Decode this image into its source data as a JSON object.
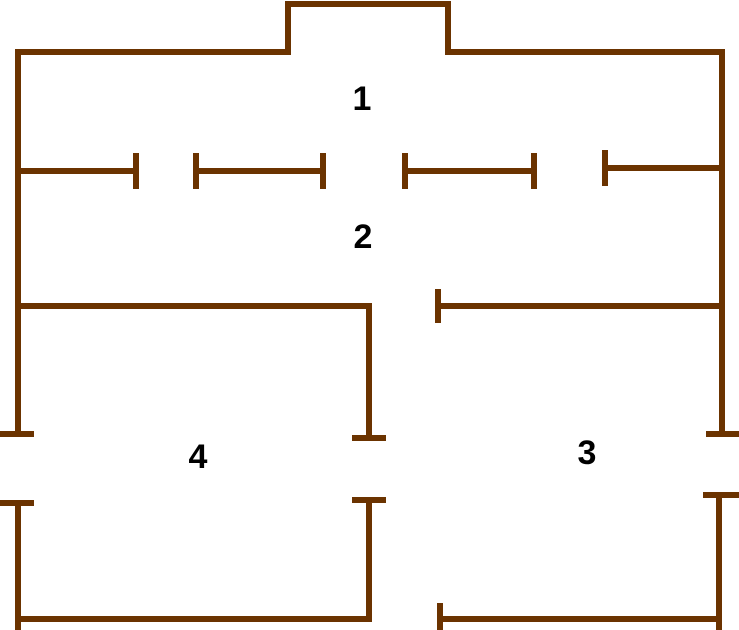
{
  "colors": {
    "wall": "#6b3300",
    "label": "#000000",
    "background": "#ffffff"
  },
  "rooms": [
    {
      "id": "room-1",
      "label": "1"
    },
    {
      "id": "room-2",
      "label": "2"
    },
    {
      "id": "room-3",
      "label": "3"
    },
    {
      "id": "room-4",
      "label": "4"
    }
  ]
}
